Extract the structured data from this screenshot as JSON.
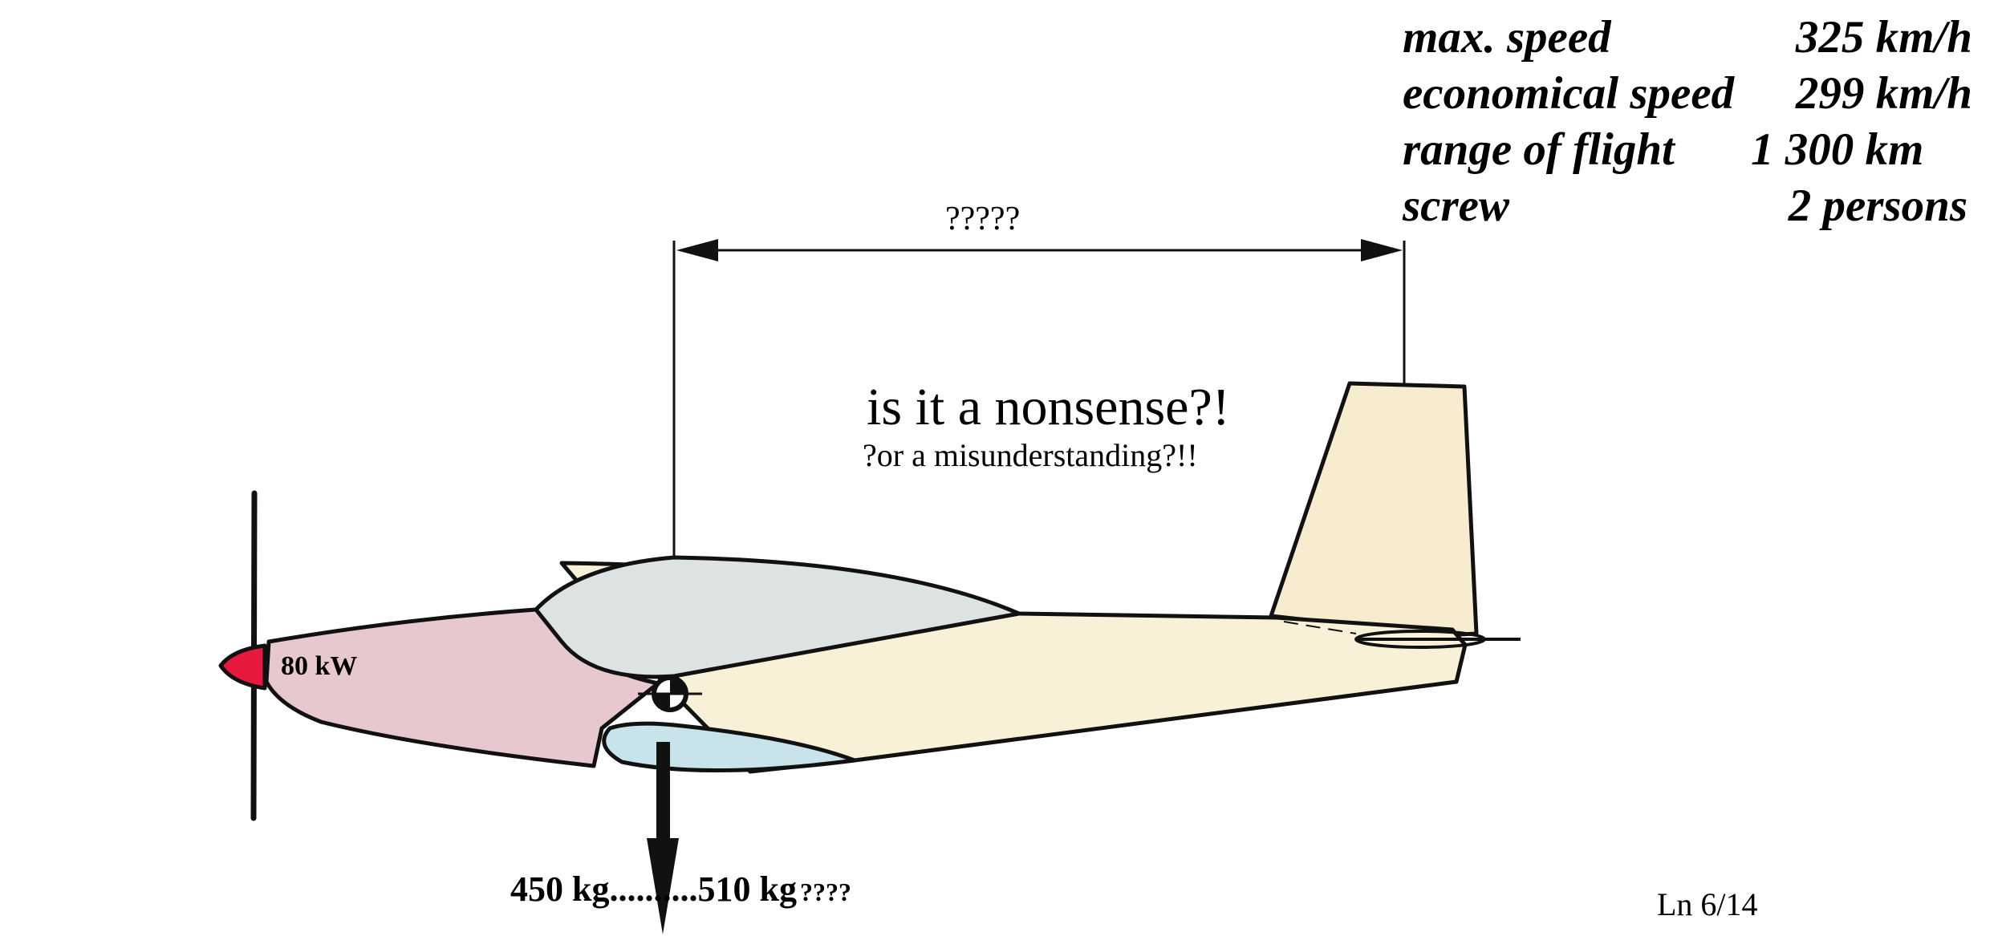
{
  "specs": [
    {
      "label": "max. speed",
      "value": "325 km/h"
    },
    {
      "label": "economical speed",
      "value": "299 km/h"
    },
    {
      "label": "range of flight",
      "value": "1 300 km"
    },
    {
      "label": "screw",
      "value": "2 persons"
    }
  ],
  "dimension_label": "?????",
  "headline": "is it a nonsense?!",
  "subheadline": "?or a misunderstanding?!!",
  "engine_power": "80 kW",
  "weight_label": "450 kg..........510 kg",
  "weight_suffix": "????",
  "page_number": "Ln 6/14",
  "colors": {
    "nose": "#e8c8cf",
    "canopy": "#dde2e3",
    "fuselage": "#f9f0d8",
    "tail": "#f8ecd0",
    "wing": "#c8e4ea",
    "spinner": "#e8193e",
    "outline": "#111111"
  }
}
